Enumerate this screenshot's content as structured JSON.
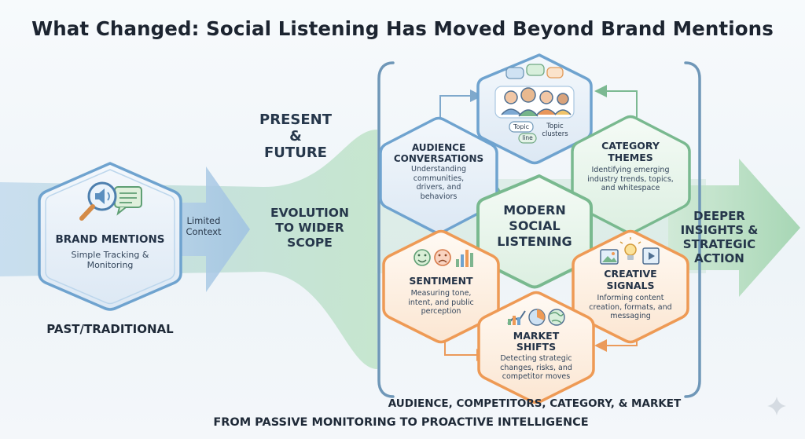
{
  "title": "What Changed: Social Listening Has Moved Beyond Brand Mentions",
  "past": {
    "heading": "BRAND MENTIONS",
    "description": "Simple Tracking & Monitoring",
    "arrow_label": "Limited Context",
    "caption": "PAST/TRADITIONAL"
  },
  "present_label": "PRESENT & FUTURE",
  "evolution_label": "EVOLUTION TO WIDER SCOPE",
  "center": {
    "heading": "MODERN SOCIAL LISTENING"
  },
  "nodes": {
    "audience": {
      "heading": "AUDIENCE CONVERSATIONS",
      "description": "Understanding communities, drivers, and behaviors"
    },
    "topics": {
      "tag1": "Topic",
      "tag2": "line",
      "tag3": "Topic clusters"
    },
    "category": {
      "heading": "CATEGORY THEMES",
      "description": "Identifying emerging industry trends, topics, and whitespace"
    },
    "sentiment": {
      "heading": "SENTIMENT",
      "description": "Measuring tone, intent, and public perception"
    },
    "market": {
      "heading": "MARKET SHIFTS",
      "description": "Detecting strategic changes, risks, and competitor moves"
    },
    "creative": {
      "heading": "CREATIVE SIGNALS",
      "description": "Informing content creation, formats, and messaging"
    }
  },
  "outcome": "DEEPER INSIGHTS & STRATEGIC ACTION",
  "scope_caption": "AUDIENCE, COMPETITORS, CATEGORY, & MARKET",
  "footer": "FROM PASSIVE MONITORING TO PROACTIVE INTELLIGENCE",
  "colors": {
    "blue": "#6fa3cf",
    "green": "#79b98f",
    "orange": "#ee9a55",
    "text": "#1f2a38"
  }
}
